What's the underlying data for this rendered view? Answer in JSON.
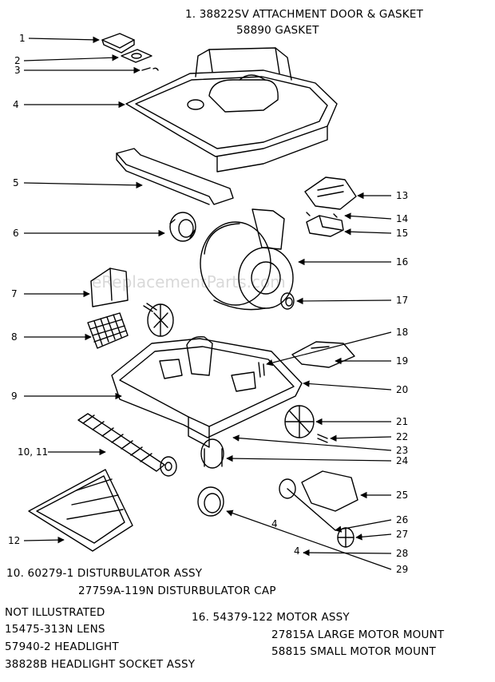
{
  "header_notes": {
    "line1": "1. 38822SV ATTACHMENT DOOR & GASKET",
    "line2": "58890 GASKET"
  },
  "watermark": "eReplacementParts.com",
  "callouts": [
    "1",
    "2",
    "3",
    "4",
    "5",
    "6",
    "7",
    "8",
    "9",
    "10, 11",
    "12",
    "13",
    "14",
    "15",
    "16",
    "17",
    "18",
    "19",
    "20",
    "21",
    "22",
    "23",
    "24",
    "25",
    "26",
    "27",
    "28",
    "29"
  ],
  "small_marks": [
    "4",
    "4"
  ],
  "footer_notes": {
    "disturbulator_line1": "10. 60279-1 DISTURBULATOR  ASSY",
    "disturbulator_line2": "27759A-119N DISTURBULATOR CAP",
    "not_illustrated_heading": "NOT ILLUSTRATED",
    "not_illustrated_items": [
      "15475-313N LENS",
      "57940-2 HEADLIGHT",
      "38828B HEADLIGHT SOCKET ASSY"
    ],
    "motor_line1": "16. 54379-122 MOTOR ASSY",
    "motor_line2": "27815A LARGE MOTOR MOUNT",
    "motor_line3": "58815 SMALL MOTOR MOUNT"
  }
}
